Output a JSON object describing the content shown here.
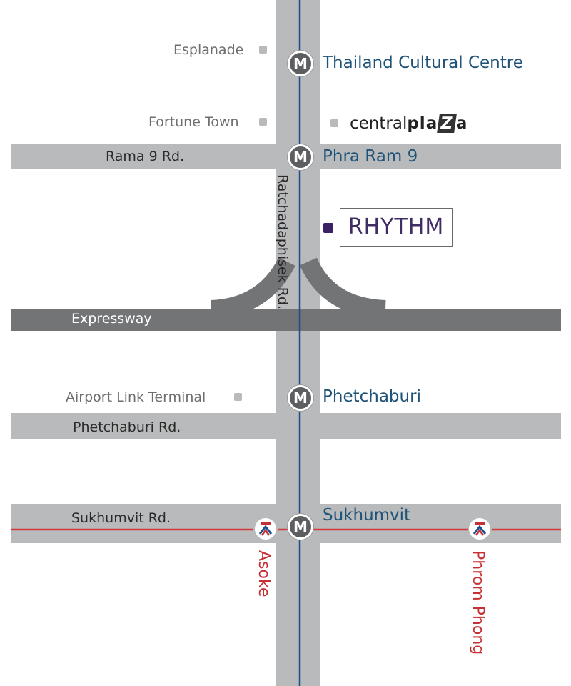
{
  "roads": {
    "rama9": "Rama 9 Rd.",
    "ratchada": "Ratchadaphisek Rd.",
    "expressway": "Expressway",
    "phetchaburi_rd": "Phetchaburi Rd.",
    "sukhumvit_rd": "Sukhumvit Rd."
  },
  "mrt_stations": {
    "cultural": "Thailand Cultural Centre",
    "phra_ram9": "Phra Ram 9",
    "phetchaburi": "Phetchaburi",
    "sukhumvit": "Sukhumvit",
    "icon_letter": "M"
  },
  "bts_stations": {
    "asoke": "Asoke",
    "phrom_phong": "Phrom Phong"
  },
  "landmarks": {
    "esplanade": "Esplanade",
    "fortune_town": "Fortune Town",
    "airport_link": "Airport Link Terminal",
    "central_a": "central",
    "central_b": "pla",
    "central_z": "Z",
    "central_c": "a"
  },
  "destination": "RHYTHM",
  "colors": {
    "road": "#b9babc",
    "expressway": "#737476",
    "mrt_line": "#1d4f8c",
    "bts_line": "#d23a3c",
    "mrt_station_text": "#1f5378",
    "destination": "#3a2265"
  },
  "icons": {
    "mrt": "mrt-station-icon",
    "bts": "bts-station-icon",
    "landmark": "landmark-square-icon"
  }
}
